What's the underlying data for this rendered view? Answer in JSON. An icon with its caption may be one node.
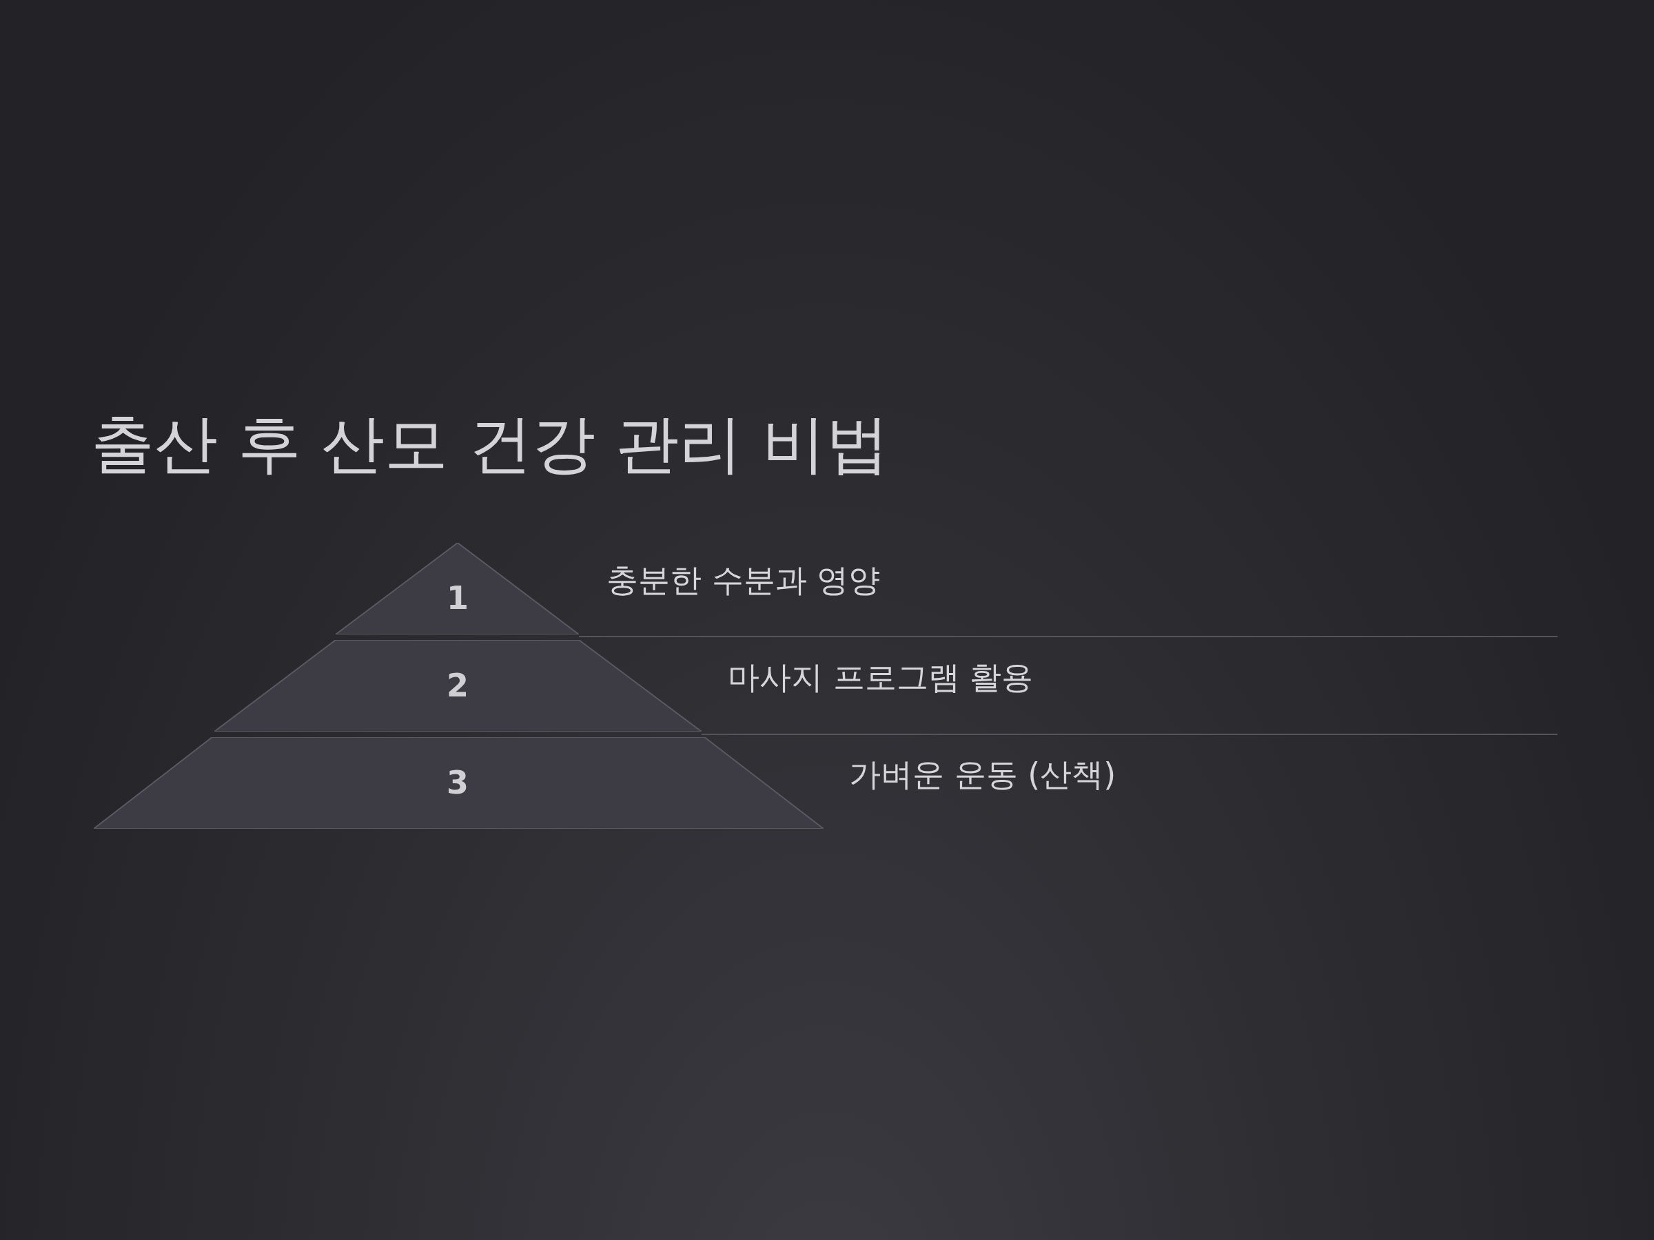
{
  "diagram": {
    "title": "출산 후 산모 건강 관리 비법",
    "nodes": [
      {
        "text": [
          "1"
        ],
        "beside": [
          "충분한 수분과 영양"
        ]
      },
      {
        "text": [
          "2"
        ],
        "beside": [
          "마사지 프로그램 활용"
        ]
      },
      {
        "text": [
          "3"
        ],
        "beside": [
          "가벼운 운동 (산책)"
        ]
      }
    ],
    "edges": []
  }
}
